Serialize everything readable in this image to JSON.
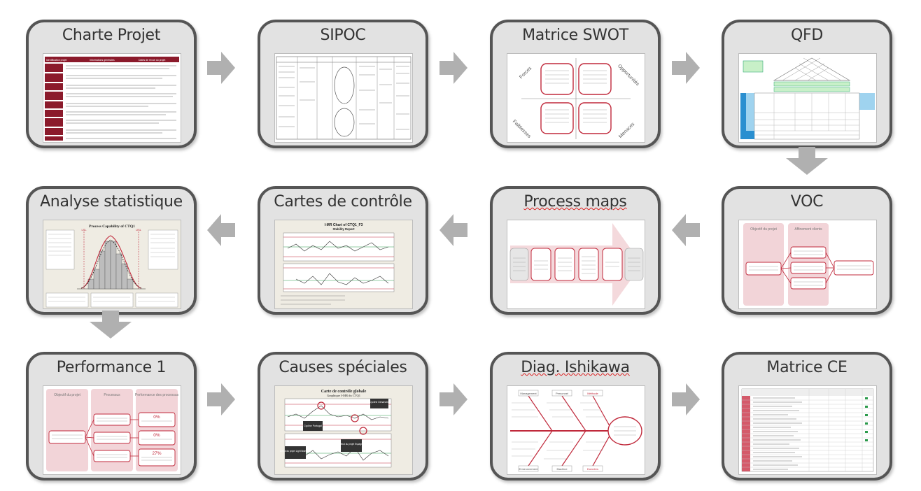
{
  "steps": [
    {
      "title": "Charte Projet"
    },
    {
      "title": "SIPOC"
    },
    {
      "title": "Matrice SWOT"
    },
    {
      "title": "QFD"
    },
    {
      "title": "VOC"
    },
    {
      "title": "Process maps"
    },
    {
      "title": "Cartes de contrôle"
    },
    {
      "title": "Analyse statistique"
    },
    {
      "title": "Performance 1"
    },
    {
      "title": "Causes spéciales"
    },
    {
      "title": "Diag. Ishikawa"
    },
    {
      "title": "Matrice CE"
    }
  ],
  "thumb_text": {
    "charter": {
      "h1": "Identification projet",
      "h2": "Informations générales",
      "h3": "Dates de revue du projet"
    },
    "swot": {
      "forces": "Forces",
      "opportunites": "Opportunités",
      "faiblesses": "Faiblesses",
      "menaces": "Menaces"
    },
    "voc": {
      "col1": "Objectif du projet",
      "col2": "Affinement clients"
    },
    "capability": {
      "title": "Process Capability of CTQ1",
      "lsl": "LSL",
      "usl": "USL"
    },
    "imr": {
      "title": "I-MR Chart of CTQ1_F3",
      "subtitle": "Stability Report"
    },
    "perf": {
      "col1": "Objectif du projet",
      "col2": "Processus",
      "col3": "Performance des processus",
      "p1": "0%",
      "p2": "0%",
      "p3": "27%"
    },
    "causes": {
      "title": "Carte de contrôle globale",
      "subtitle": "Graphique I-MR du CTQ1",
      "b1": "Cycline Dimanche",
      "b2": "Cycline Portugal",
      "b3": "Début du projet Light Branches",
      "b4": "Début du projet Espagne"
    },
    "ishikawa": {
      "c1": "Management",
      "c2": "Personnel",
      "c3": "Méthode",
      "c4": "Environnement",
      "c5": "Machine",
      "c6": "Données"
    }
  },
  "flow_arrows": [
    {
      "direction": "right"
    },
    {
      "direction": "right"
    },
    {
      "direction": "right"
    },
    {
      "direction": "down"
    },
    {
      "direction": "left"
    },
    {
      "direction": "left"
    },
    {
      "direction": "left"
    },
    {
      "direction": "down"
    },
    {
      "direction": "right"
    },
    {
      "direction": "right"
    },
    {
      "direction": "right"
    }
  ],
  "colors": {
    "card_fill": "#e2e2e2",
    "card_border": "#555555",
    "arrow": "#b0b0b0",
    "accent_red": "#c0293b",
    "accent_pink": "#f2d4d8",
    "charter_header": "#8b1a2b"
  }
}
